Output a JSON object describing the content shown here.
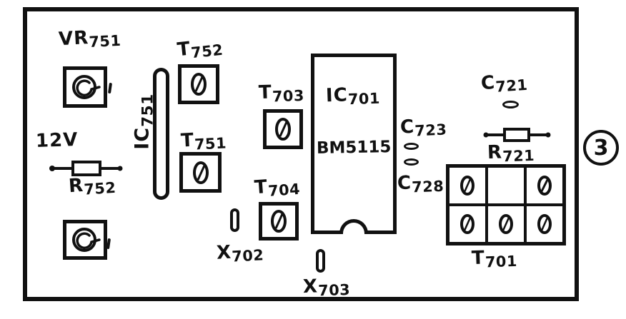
{
  "colors": {
    "ink": "#111111",
    "paper": "#ffffff"
  },
  "labels": {
    "vr751": {
      "p": "VR",
      "s": "751"
    },
    "v12": {
      "p": "12V",
      "s": ""
    },
    "r752": {
      "p": "R",
      "s": "752"
    },
    "ic751": {
      "p": "IC",
      "s": "751"
    },
    "t752": {
      "p": "T",
      "s": "752"
    },
    "t751": {
      "p": "T",
      "s": "751"
    },
    "t703": {
      "p": "T",
      "s": "703"
    },
    "t704": {
      "p": "T",
      "s": "704"
    },
    "x702": {
      "p": "X",
      "s": "702"
    },
    "ic701": {
      "p": "IC",
      "s": "701"
    },
    "bm5115": {
      "p": "BM5115",
      "s": ""
    },
    "c723": {
      "p": "C",
      "s": "723"
    },
    "c728": {
      "p": "C",
      "s": "728"
    },
    "x703": {
      "p": "X",
      "s": "703"
    },
    "c721": {
      "p": "C",
      "s": "721"
    },
    "r721": {
      "p": "R",
      "s": "721"
    },
    "t701": {
      "p": "T",
      "s": "701"
    },
    "badge3": {
      "p": "3",
      "s": ""
    }
  }
}
